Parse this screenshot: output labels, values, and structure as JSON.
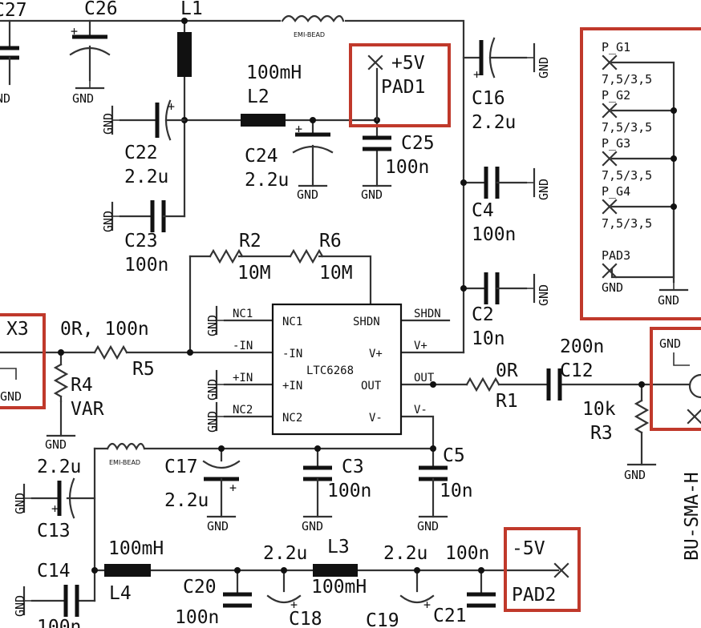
{
  "components": {
    "c27": "C27",
    "c26": "C26",
    "l1": "L1",
    "emi_bead_top": "EMI-BEAD",
    "l2_val": "100mH",
    "l2": "L2",
    "pad1_net": "+5V",
    "pad1": "PAD1",
    "c16": "C16",
    "c16_val": "2.2u",
    "c22": "C22",
    "c22_val": "2.2u",
    "c24": "C24",
    "c24_val": "2.2u",
    "c25": "C25",
    "c25_val": "100n",
    "c23": "C23",
    "c23_val": "100n",
    "c4": "C4",
    "c4_val": "100n",
    "r2": "R2",
    "r2_val": "10M",
    "r6": "R6",
    "r6_val": "10M",
    "c2": "C2",
    "c2_val": "10n",
    "x3": "X3",
    "r5_val": "0R, 100n",
    "r5": "R5",
    "r4": "R4",
    "r4_val": "VAR",
    "r1_val": "0R",
    "r1": "R1",
    "c12_val": "200n",
    "c12": "C12",
    "r3_val": "10k",
    "r3": "R3",
    "c17": "C17",
    "c17_val": "2.2u",
    "c3": "C3",
    "c3_val": "100n",
    "c5": "C5",
    "c5_val": "10n",
    "c13_val": "2.2u",
    "c13": "C13",
    "emi_bead_bottom": "EMI-BEAD",
    "l4_val": "100mH",
    "l4": "L4",
    "c14": "C14",
    "c20": "C20",
    "c20_val": "100n",
    "l3": "L3",
    "l3_val": "100mH",
    "c18_val": "2.2u",
    "c18": "C18",
    "c19": "C19",
    "c21_val": "2.2u",
    "c21": "C21",
    "c_100n_right": "100n",
    "pad2_net": "-5V",
    "pad2": "PAD2",
    "c14_val": "100n",
    "sma": "BU-SMA-H"
  },
  "ic": {
    "name": "LTC6268",
    "pins": {
      "nc1": "NC1",
      "ninus_in": "-IN",
      "plus_in": "+IN",
      "nc2": "NC2",
      "shdn": "SHDN",
      "vplus": "V+",
      "out": "OUT",
      "vminus": "V-"
    },
    "nets": {
      "nc1": "NC1",
      "minus_in": "-IN",
      "plus_in": "+IN",
      "nc2": "NC2",
      "shdn": "SHDN",
      "vplus": "V+",
      "out": "OUT",
      "vminus": "V-"
    }
  },
  "pads": [
    {
      "name": "P_G1",
      "size": "7,5/3,5"
    },
    {
      "name": "P_G2",
      "size": "7,5/3,5"
    },
    {
      "name": "P_G3",
      "size": "7,5/3,5"
    },
    {
      "name": "P_G4",
      "size": "7,5/3,5"
    }
  ],
  "pad3": "PAD3",
  "gnd": "GND"
}
